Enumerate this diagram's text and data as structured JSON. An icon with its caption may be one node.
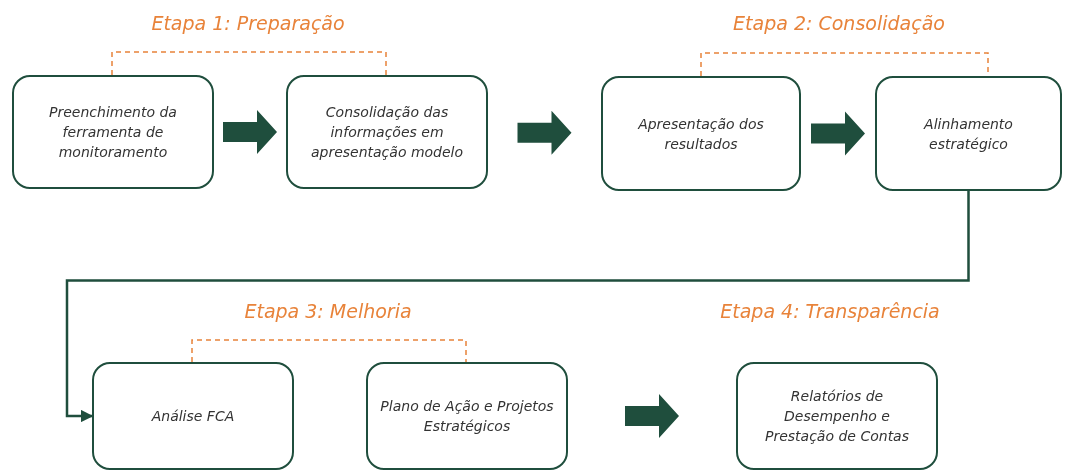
{
  "diagram": {
    "nodes": [
      {
        "text": [
          "Preenchimento da ferramenta de monitoramento"
        ]
      },
      {
        "text": [
          "Consolidação das informações em apresentação modelo"
        ]
      },
      {
        "text": [
          "Apresentação dos resultados"
        ]
      },
      {
        "text": [
          "Alinhamento estratégico"
        ]
      },
      {
        "text": [
          "Análise FCA"
        ]
      },
      {
        "text": [
          "Plano de Ação e Projetos Estratégicos"
        ]
      },
      {
        "text": [
          "Relatórios de Desempenho e Prestação de Contas"
        ]
      }
    ],
    "edges": [
      {
        "from": 0,
        "to": 1,
        "arrow": "to",
        "style": "thick"
      },
      {
        "from": 1,
        "to": 2,
        "arrow": "to",
        "style": "thick"
      },
      {
        "from": 2,
        "to": 3,
        "arrow": "to",
        "style": "thick"
      },
      {
        "from": 3,
        "to": 4,
        "arrow": "to"
      },
      {
        "from": 5,
        "to": 6,
        "arrow": "to",
        "style": "thick"
      }
    ],
    "labels": [
      "Etapa 1: Preparação",
      "Etapa 2: Consolidação",
      "Etapa 3: Melhoria",
      "Etapa 4: Transparência"
    ]
  }
}
